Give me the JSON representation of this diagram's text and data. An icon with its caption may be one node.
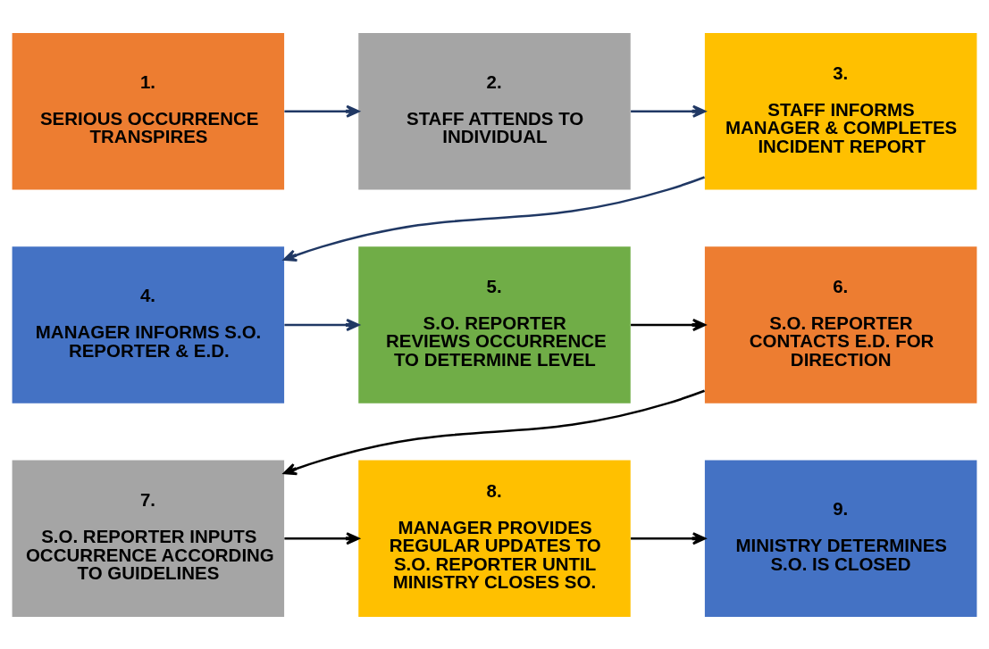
{
  "diagram": {
    "nodes": [
      {
        "text": [
          "1.",
          "SERIOUS OCCURRENCE TRANSPIRES"
        ]
      },
      {
        "text": [
          "2.",
          "STAFF ATTENDS TO INDIVIDUAL"
        ]
      },
      {
        "text": [
          "3.",
          "STAFF INFORMS MANAGER & COMPLETES INCIDENT REPORT"
        ]
      },
      {
        "text": [
          "4.",
          "MANAGER INFORMS S.O. REPORTER & E.D."
        ]
      },
      {
        "text": [
          "5.",
          "S.O. REPORTER REVIEWS OCCURRENCE TO DETERMINE LEVEL"
        ]
      },
      {
        "text": [
          "6.",
          "S.O. REPORTER CONTACTS E.D. FOR DIRECTION"
        ]
      },
      {
        "text": [
          "7.",
          "S.O. REPORTER INPUTS OCCURRENCE ACCORDING TO GUIDELINES"
        ]
      },
      {
        "text": [
          "8.",
          "MANAGER PROVIDES REGULAR UPDATES TO S.O. REPORTER UNTIL MINISTRY CLOSES SO."
        ]
      },
      {
        "text": [
          "9.",
          "MINISTRY DETERMINES S.O. IS CLOSED"
        ]
      }
    ],
    "edges": [
      {
        "from": 0,
        "to": 1,
        "arrow": "to",
        "color": "#203864"
      },
      {
        "from": 1,
        "to": 2,
        "arrow": "to",
        "color": "#203864"
      },
      {
        "from": 2,
        "to": 3,
        "arrow": "to",
        "color": "#203864"
      },
      {
        "from": 3,
        "to": 4,
        "arrow": "to",
        "color": "#203864"
      },
      {
        "from": 4,
        "to": 5,
        "arrow": "to",
        "color": "#000000"
      },
      {
        "from": 5,
        "to": 6,
        "arrow": "to",
        "color": "#000000"
      },
      {
        "from": 6,
        "to": 7,
        "arrow": "to",
        "color": "#000000"
      },
      {
        "from": 7,
        "to": 8,
        "arrow": "to",
        "color": "#000000"
      }
    ]
  }
}
